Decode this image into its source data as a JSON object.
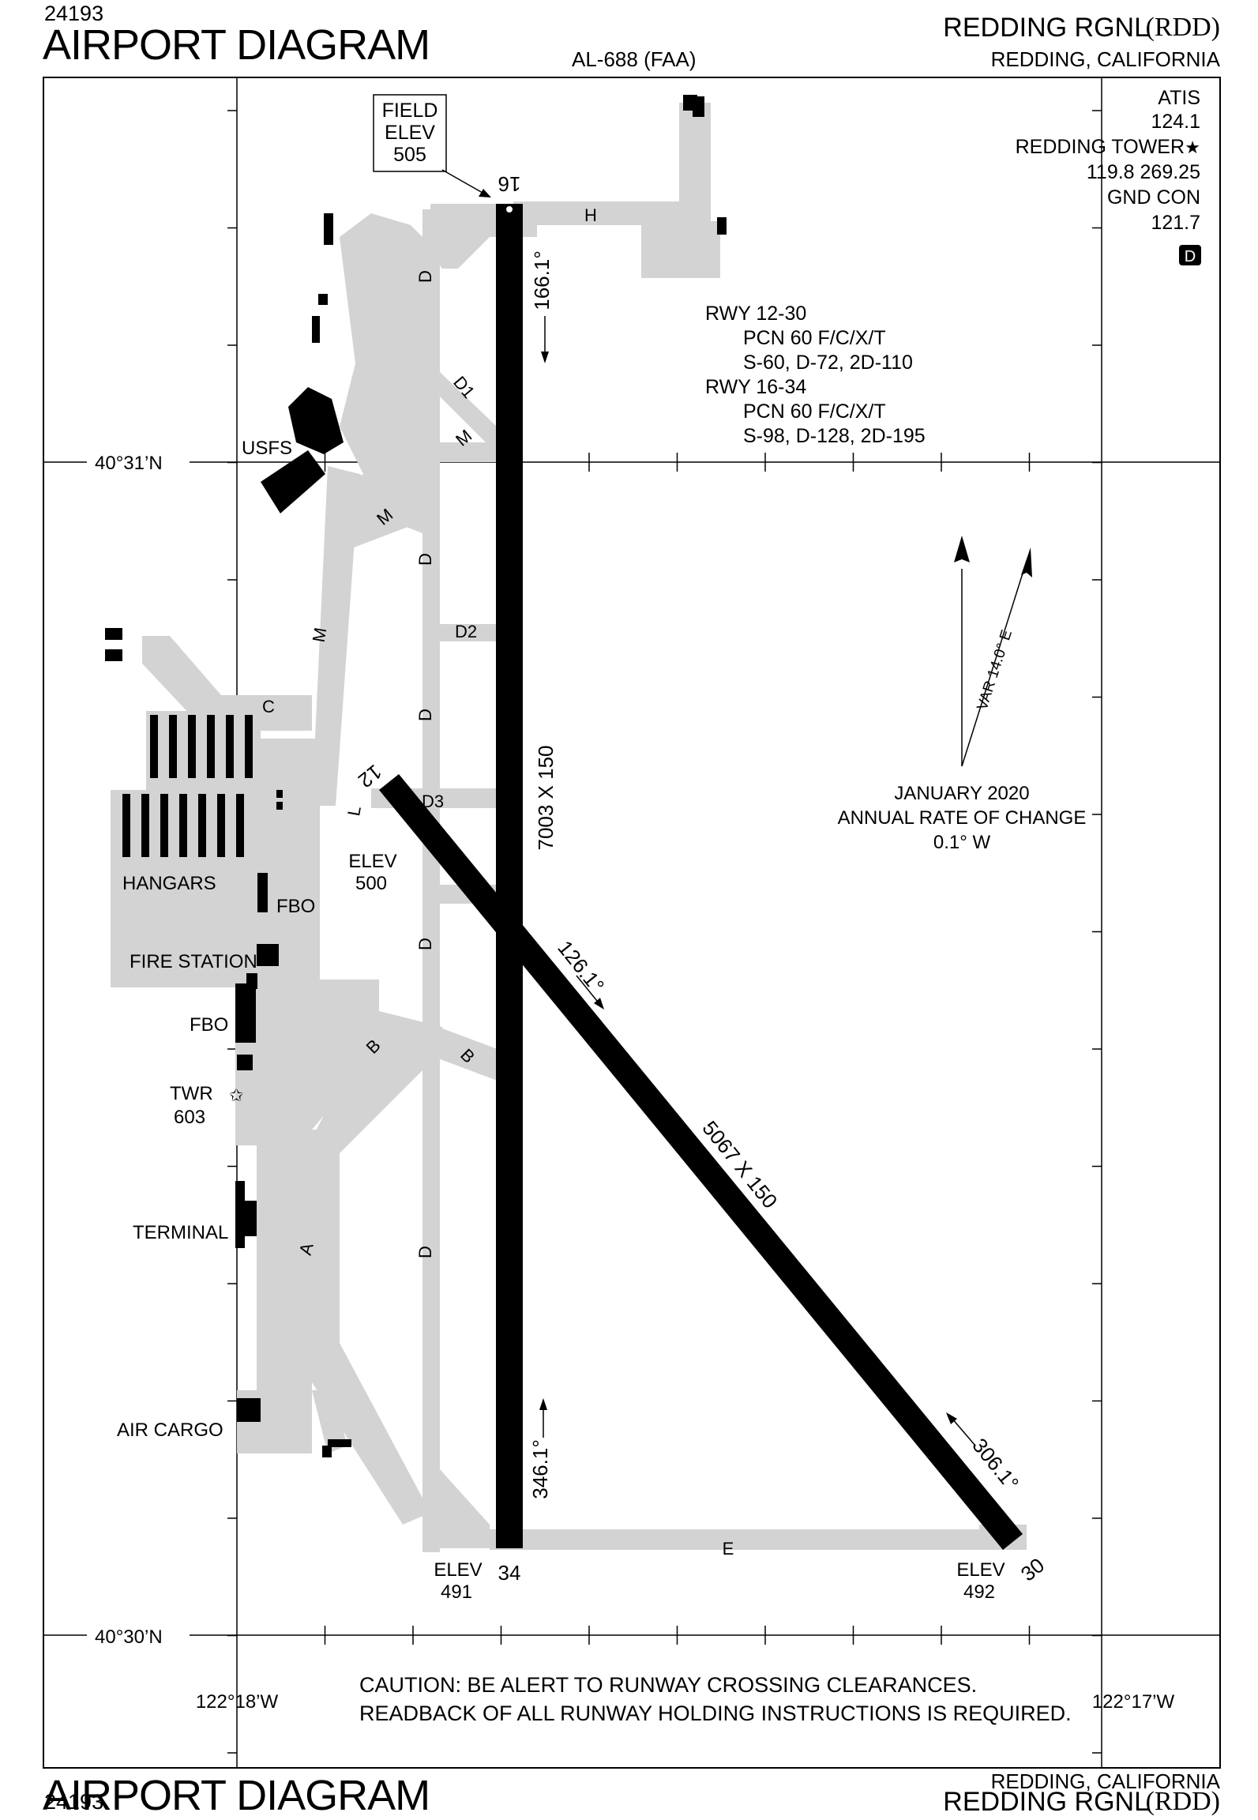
{
  "header": {
    "doc_number": "24193",
    "title": "AIRPORT DIAGRAM",
    "procedure_id": "AL-688 (FAA)",
    "airport_name": "REDDING RGNL",
    "airport_code": "(RDD)",
    "city_state": "REDDING, CALIFORNIA"
  },
  "footer": {
    "doc_number": "24193",
    "title": "AIRPORT DIAGRAM",
    "airport_name": "REDDING RGNL",
    "airport_code": "(RDD)",
    "city_state": "REDDING, CALIFORNIA"
  },
  "comms": {
    "atis_label": "ATIS",
    "atis_freq": "124.1",
    "tower_label": "REDDING TOWER",
    "tower_freq": "119.8  269.25",
    "gnd_label": "GND CON",
    "gnd_freq": "121.7",
    "dstar": "D"
  },
  "field_elev": {
    "line1": "FIELD",
    "line2": "ELEV",
    "value": "505"
  },
  "runway_info": {
    "rwy1": "RWY 12-30",
    "rwy1_pcn": "PCN 60 F/C/X/T",
    "rwy1_weights": "S-60, D-72, 2D-110",
    "rwy2": "RWY 16-34",
    "rwy2_pcn": "PCN 60 F/C/X/T",
    "rwy2_weights": "S-98, D-128, 2D-195"
  },
  "runways": {
    "r16_label": "16",
    "r34_label": "34",
    "r12_label": "12",
    "r30_label": "30",
    "r16_34_dims": "7003 X 150",
    "r12_30_dims": "5067 X 150",
    "hdg_166": "166.1°",
    "hdg_346": "346.1°",
    "hdg_126": "126.1°",
    "hdg_306": "306.1°"
  },
  "elevations": {
    "e500_label": "ELEV",
    "e500": "500",
    "e491_label": "ELEV",
    "e491": "491",
    "e492_label": "ELEV",
    "e492": "492"
  },
  "taxiways": {
    "H": "H",
    "D": "D",
    "D1": "D1",
    "D2": "D2",
    "D3": "D3",
    "M": "M",
    "C": "C",
    "B": "B",
    "A": "A",
    "E": "E",
    "L": "L"
  },
  "facilities": {
    "usfs": "USFS",
    "hangars": "HANGARS",
    "fbo1": "FBO",
    "fire_station": "FIRE STATION",
    "fbo2": "FBO",
    "twr": "TWR",
    "twr_elev": "603",
    "terminal": "TERMINAL",
    "air_cargo": "AIR CARGO"
  },
  "coords": {
    "lat_top": "40°31’N",
    "lat_bottom": "40°30’N",
    "lon_left": "122°18’W",
    "lon_right": "122°17’W"
  },
  "variation": {
    "var_label": "VAR 14.0° E",
    "date": "JANUARY 2020",
    "rate_label": "ANNUAL RATE OF CHANGE",
    "rate": "0.1° W"
  },
  "caution": {
    "line1": "CAUTION: BE ALERT TO RUNWAY CROSSING CLEARANCES.",
    "line2": "READBACK OF ALL RUNWAY HOLDING INSTRUCTIONS IS REQUIRED."
  },
  "colors": {
    "pavement": "#d3d3d3",
    "runway": "#000000",
    "building": "#000000",
    "ink": "#000000"
  }
}
